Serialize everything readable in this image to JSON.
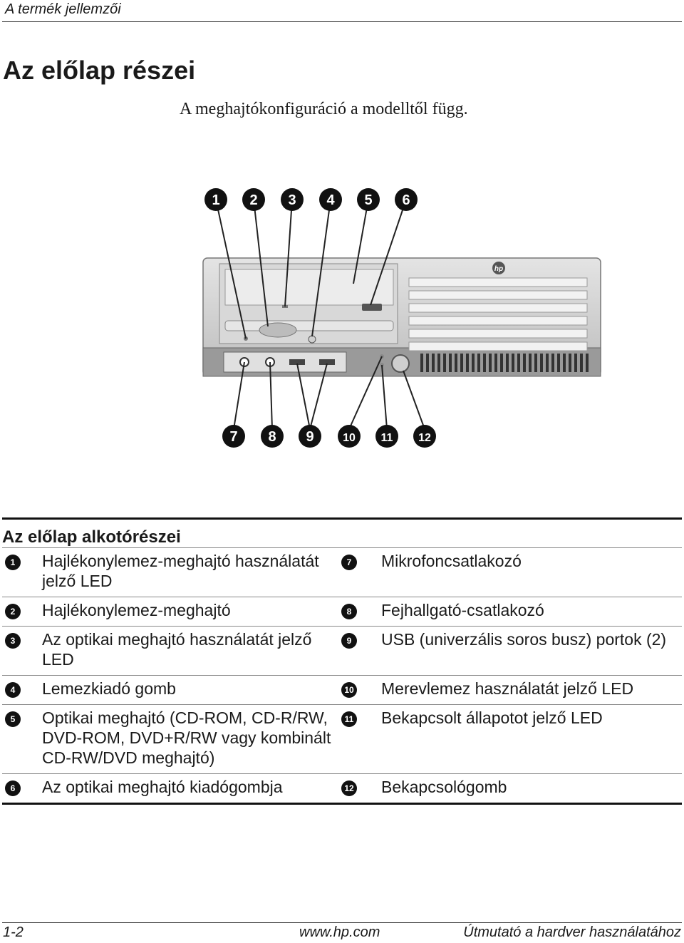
{
  "header": {
    "text": "A termék jellemzői"
  },
  "page_title": "Az előlap részei",
  "subtitle": "A meghajtókonfiguráció a modelltől függ.",
  "figure": {
    "callouts_top": [
      "1",
      "2",
      "3",
      "4",
      "5",
      "6"
    ],
    "callouts_bottom": [
      "7",
      "8",
      "9",
      "10",
      "11",
      "12"
    ],
    "logo": "hp"
  },
  "table": {
    "caption": "Az előlap alkotórészei",
    "rows": [
      {
        "n1": "1",
        "d1": "Hajlékonylemez-meghajtó használatát jelző LED",
        "n2": "7",
        "d2": "Mikrofoncsatlakozó"
      },
      {
        "n1": "2",
        "d1": "Hajlékonylemez-meghajtó",
        "n2": "8",
        "d2": "Fejhallgató-csatlakozó"
      },
      {
        "n1": "3",
        "d1": "Az optikai meghajtó használatát jelző LED",
        "n2": "9",
        "d2": "USB (univerzális soros busz) portok (2)"
      },
      {
        "n1": "4",
        "d1": "Lemezkiadó gomb",
        "n2": "10",
        "d2": "Merevlemez használatát jelző LED"
      },
      {
        "n1": "5",
        "d1": "Optikai meghajtó (CD-ROM, CD-R/RW, DVD-ROM, DVD+R/RW vagy kombinált CD-RW/DVD meghajtó)",
        "n2": "11",
        "d2": "Bekapcsolt állapotot jelző LED"
      },
      {
        "n1": "6",
        "d1": "Az optikai meghajtó kiadógombja",
        "n2": "12",
        "d2": "Bekapcsológomb"
      }
    ]
  },
  "footer": {
    "page": "1-2",
    "url": "www.hp.com",
    "book": "Útmutató a hardver használatához"
  }
}
